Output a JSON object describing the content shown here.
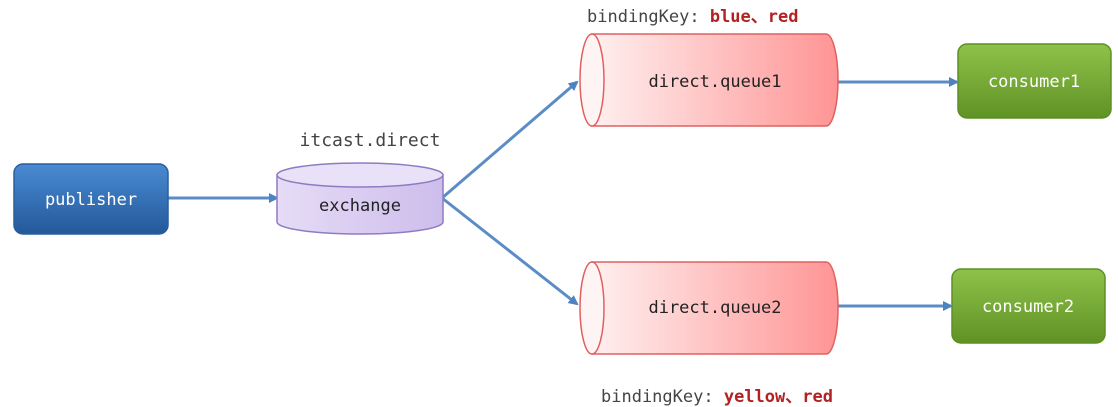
{
  "nodes": {
    "publisher": {
      "label": "publisher"
    },
    "exchange": {
      "label": "exchange",
      "name": "itcast.direct"
    },
    "queue1": {
      "label": "direct.queue1"
    },
    "queue2": {
      "label": "direct.queue2"
    },
    "consumer1": {
      "label": "consumer1"
    },
    "consumer2": {
      "label": "consumer2"
    }
  },
  "bindings": {
    "queue1": {
      "prefix": "bindingKey: ",
      "keys": "blue、red"
    },
    "queue2": {
      "prefix": "bindingKey: ",
      "keys": "yellow、red"
    }
  },
  "colors": {
    "publisher": "#2f6fb8",
    "exchange": "#d9cdf1",
    "queue": "#ff9c9c",
    "consumer": "#76ad33",
    "arrow": "#5b8cc6",
    "bindingKey": "#b22222"
  }
}
